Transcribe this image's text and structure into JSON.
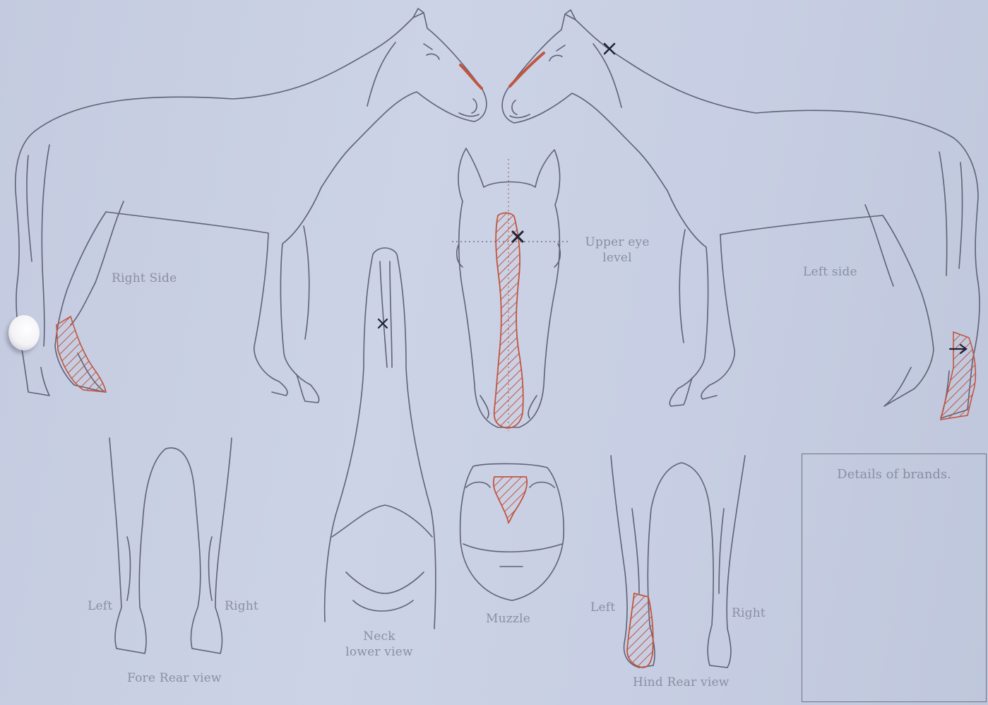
{
  "labels": {
    "right_side": "Right Side",
    "left_side": "Left side",
    "upper_eye_level_1": "Upper eye",
    "upper_eye_level_2": "level",
    "neck_1": "Neck",
    "neck_2": "lower view",
    "muzzle": "Muzzle",
    "fore_left": "Left",
    "fore_right": "Right",
    "fore_rear_view": "Fore Rear view",
    "hind_left": "Left",
    "hind_right": "Right",
    "hind_rear_view": "Hind Rear view",
    "details_of_brands": "Details of brands."
  },
  "colors": {
    "line": "#5f6275",
    "marking": "#c2553f",
    "mark_x": "#1e2236",
    "guide": "#c0624e"
  }
}
